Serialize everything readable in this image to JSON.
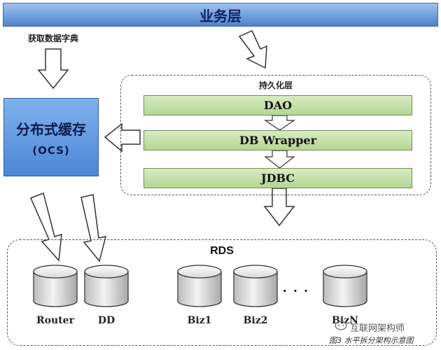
{
  "business_layer": {
    "label": "业务层"
  },
  "dictionary_label": "获取数据字典",
  "cache": {
    "title": "分布式缓存",
    "subtitle": "(OCS)"
  },
  "persistence": {
    "title": "持久化层",
    "layers": [
      "DAO",
      "DB Wrapper",
      "JDBC"
    ]
  },
  "rds": {
    "title": "RDS",
    "databases": [
      "Router",
      "DD",
      "Biz1",
      "Biz2",
      "BizN"
    ],
    "ellipsis": ". . ."
  },
  "watermark": "互联网架构师",
  "caption": "图3 水平拆分架构示意图"
}
